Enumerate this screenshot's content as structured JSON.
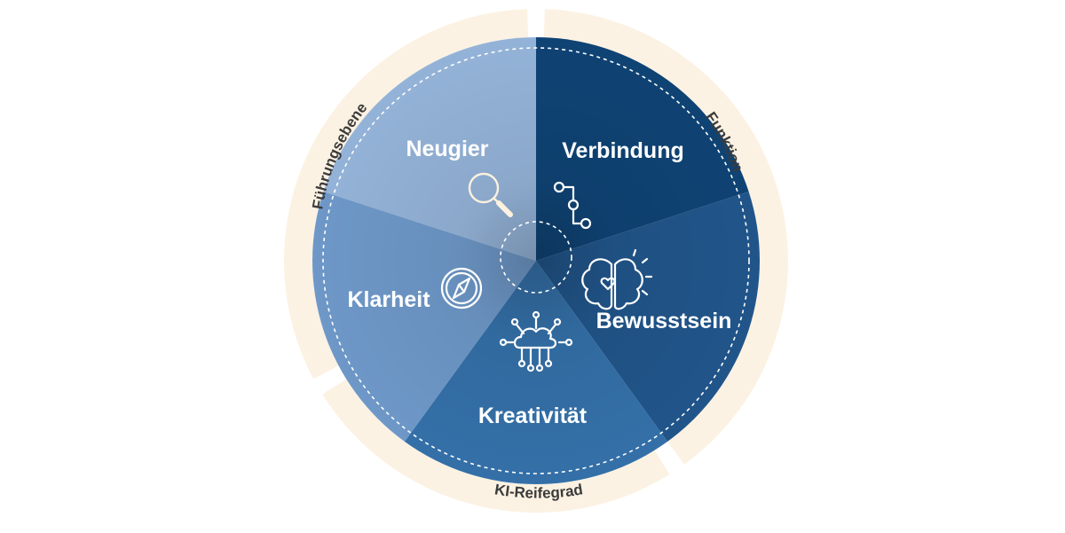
{
  "segments": [
    {
      "label": "Neugier",
      "color": "#94b3d8",
      "icon": "magnifier-icon"
    },
    {
      "label": "Verbindung",
      "color": "#0f4374",
      "icon": "connection-path-icon"
    },
    {
      "label": "Bewusstsein",
      "color": "#21558a",
      "icon": "brain-heart-icon"
    },
    {
      "label": "Kreativität",
      "color": "#3470a8",
      "icon": "cloud-network-icon"
    },
    {
      "label": "Klarheit",
      "color": "#6e98c8",
      "icon": "compass-icon"
    }
  ],
  "ring": {
    "color": "#fcf2e3",
    "labels": [
      {
        "text": "Führungsebene"
      },
      {
        "text": "Funktion"
      },
      {
        "text": "KI-Reifegrad"
      }
    ]
  }
}
